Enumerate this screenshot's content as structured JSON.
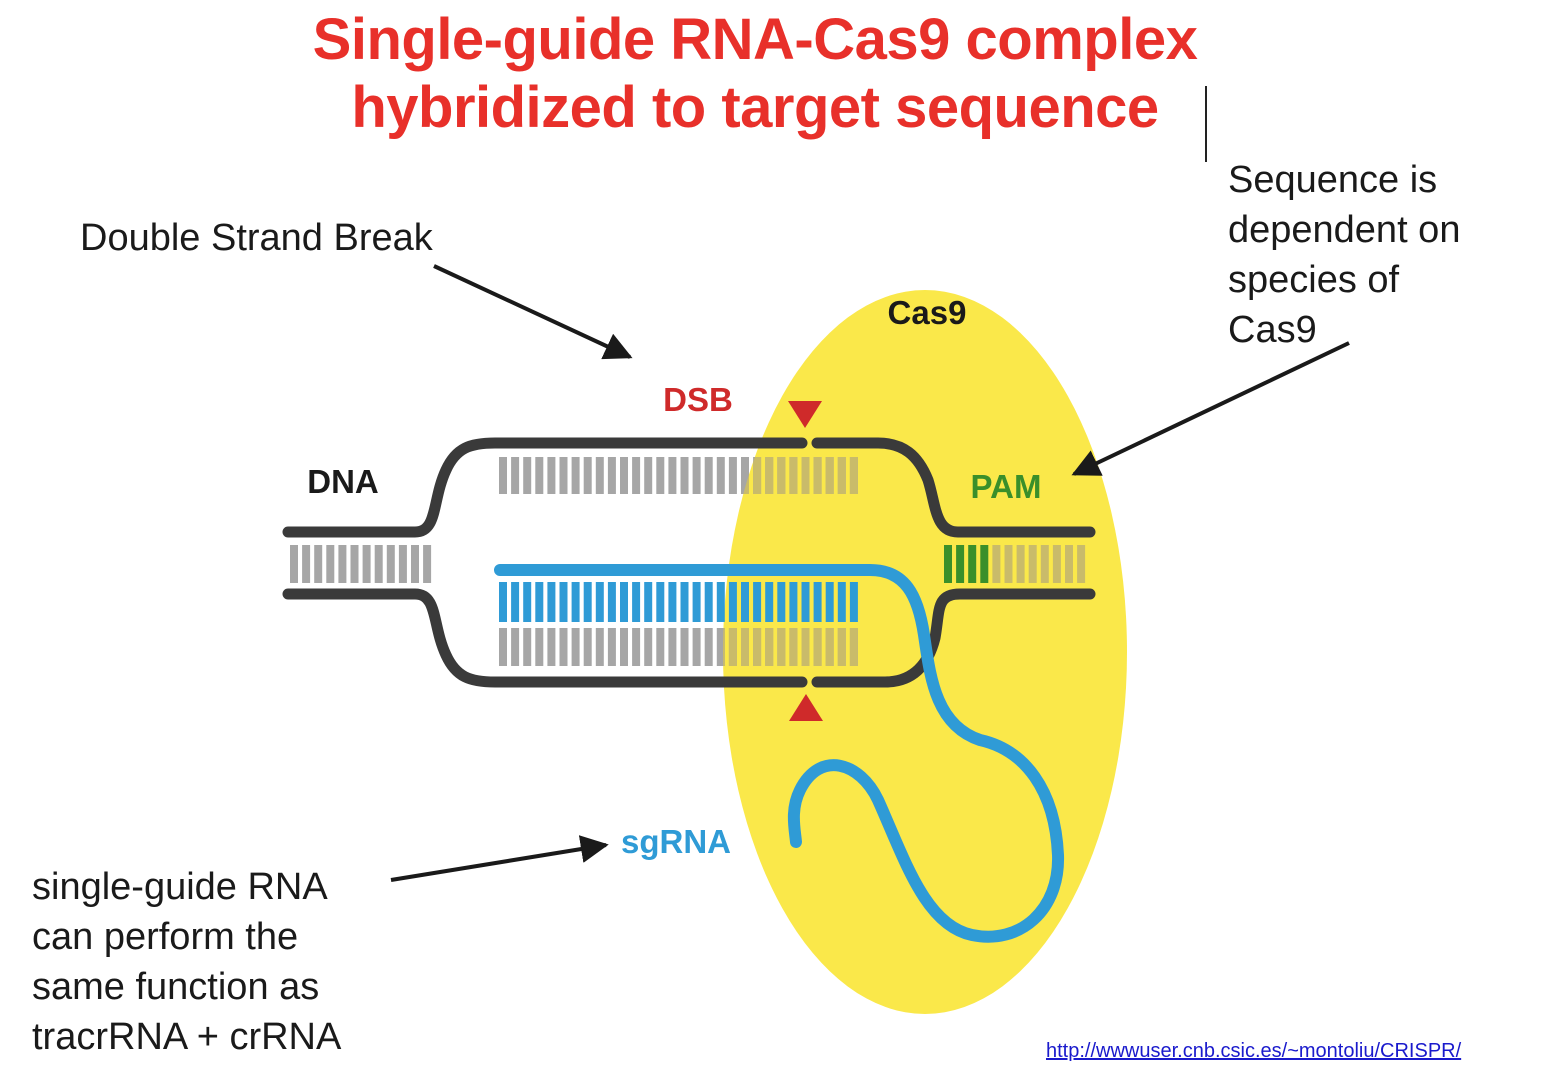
{
  "title": {
    "line1": "Single-guide RNA-Cas9 complex",
    "line2": "hybridized to target sequence"
  },
  "annotations": {
    "dsb_note": "Double Strand Break",
    "pam_note_lines": [
      "Sequence is",
      "dependent on",
      "species of",
      "Cas9"
    ],
    "sgrna_note_lines": [
      "single-guide RNA",
      "can perform the",
      "same function as",
      "tracrRNA + crRNA"
    ]
  },
  "diagram_labels": {
    "cas9": "Cas9",
    "dsb": "DSB",
    "dna": "DNA",
    "pam": "PAM",
    "sgrna": "sgRNA"
  },
  "source_link": "http://wwwuser.cnb.csic.es/~montoliu/CRISPR/",
  "colors": {
    "title": "#e8302a",
    "cas9_fill": "#fae84a",
    "dna_strand": "#3a3a3a",
    "base_gray": "#a6a6a6",
    "base_on_cas9": "#c9bb6a",
    "sgrna_blue": "#2f9bd6",
    "pam_green": "#3a8f2a",
    "dsb_red": "#cf2a2a"
  }
}
